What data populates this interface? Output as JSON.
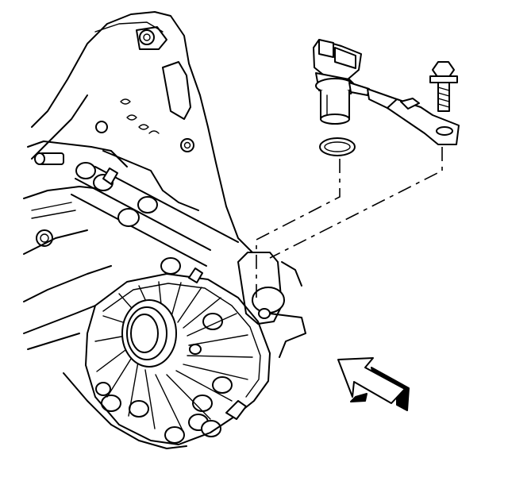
{
  "diagram": {
    "parts": [
      {
        "id": "transaxle-case",
        "icon": "transaxle-case-icon"
      },
      {
        "id": "speed-sensor",
        "icon": "speed-sensor-icon"
      },
      {
        "id": "o-ring-seal",
        "icon": "o-ring-icon"
      },
      {
        "id": "retaining-bracket",
        "icon": "bracket-icon"
      },
      {
        "id": "mounting-bolt",
        "icon": "bolt-icon"
      },
      {
        "id": "front-direction-arrow",
        "icon": "direction-arrow-icon"
      }
    ],
    "line_color": "#000000",
    "background": "#ffffff"
  }
}
